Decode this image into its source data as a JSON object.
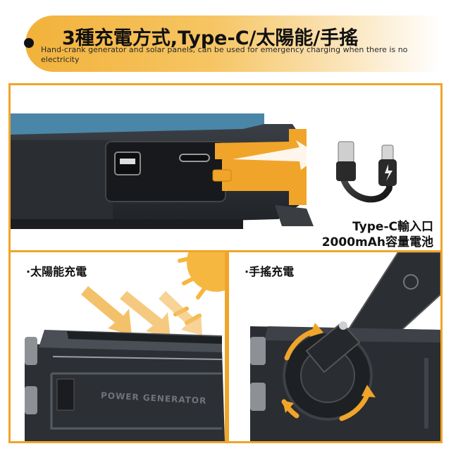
{
  "header": {
    "title": "3種充電方式,Type-C/太陽能/手搖",
    "subtitle": "Hand-crank generator and solar panels, can be used for emergency charging when there is no electricity"
  },
  "port_panel": {
    "caption_line1": "Type-C輸入口",
    "caption_line2": "2000mAh容量電池"
  },
  "solar_panel": {
    "label": "·太陽能充電",
    "device_text": "POWER GENERATOR"
  },
  "crank_panel": {
    "label": "·手搖充電"
  },
  "colors": {
    "accent": "#f0a52a",
    "device_body": "#2e3237",
    "device_top": "#4a86a8"
  },
  "icons": [
    "usb-a-port-icon",
    "usb-c-port-icon",
    "cable-icon",
    "sun-icon",
    "rotation-arrow-icon",
    "lightning-icon"
  ]
}
